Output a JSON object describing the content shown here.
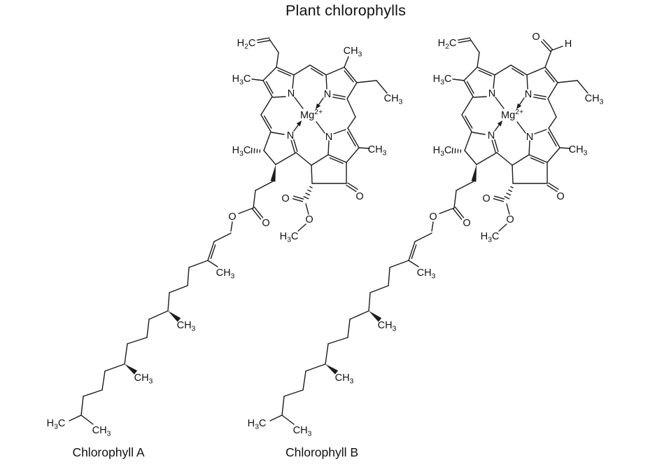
{
  "title": "Plant chlorophylls",
  "molecules": [
    {
      "name": "Chlorophyll A",
      "variant": "methyl"
    },
    {
      "name": "Chlorophyll B",
      "variant": "aldehyde"
    }
  ],
  "atom_labels": {
    "h2c": [
      {
        "t": "H"
      },
      {
        "t": "2",
        "sub": true
      },
      {
        "t": "C"
      }
    ],
    "h3c": [
      {
        "t": "H"
      },
      {
        "t": "3",
        "sub": true
      },
      {
        "t": "C"
      }
    ],
    "ch3": [
      {
        "t": "CH"
      },
      {
        "t": "3",
        "sub": true
      }
    ],
    "n": [
      {
        "t": "N"
      }
    ],
    "o": [
      {
        "t": "O"
      }
    ],
    "h": [
      {
        "t": "H"
      }
    ],
    "mg": [
      {
        "t": "Mg"
      },
      {
        "t": "2+",
        "sup": true
      }
    ]
  },
  "colors": {
    "line": "#1c1c1c",
    "text": "#111111",
    "background": "#ffffff"
  }
}
